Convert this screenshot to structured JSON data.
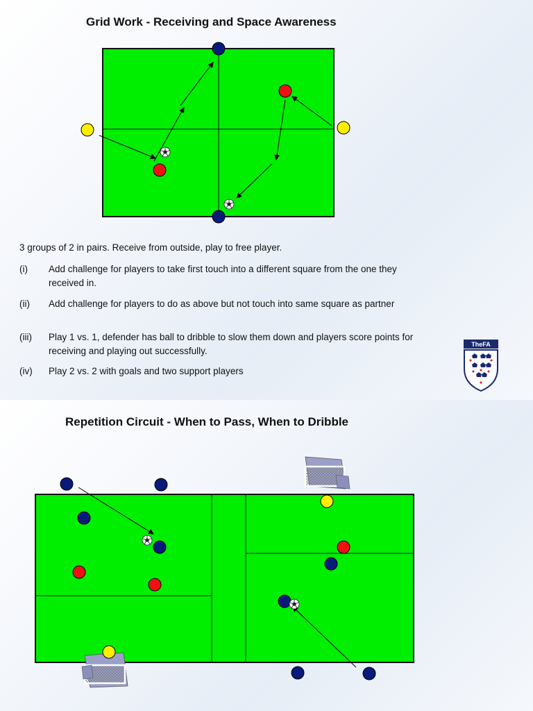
{
  "slide1": {
    "title": "Grid Work - Receiving and Space Awareness",
    "intro": "3 groups of 2 in pairs. Receive from outside, play to free player.",
    "items": [
      {
        "num": "(i)",
        "text": "Add challenge for players to take first touch into a different square from the one they received in."
      },
      {
        "num": "(ii)",
        "text": "Add challenge for players to do as above but not touch into same square as partner"
      },
      {
        "num": "(iii)",
        "text": "Play 1 vs. 1, defender has ball to dribble to slow them down and players score points for receiving and playing out successfully."
      },
      {
        "num": "(iv)",
        "text": "Play 2 vs. 2 with goals and two support players"
      }
    ],
    "logo_text": "TheFA"
  },
  "slide2": {
    "title": "Repetition Circuit - When to Pass, When to Dribble"
  },
  "colors": {
    "pitch": "#00ee00",
    "blue_player": "#0a1a7a",
    "red_player": "#ee1111",
    "yellow_player": "#ffee00",
    "crest_navy": "#1a2a6c"
  }
}
